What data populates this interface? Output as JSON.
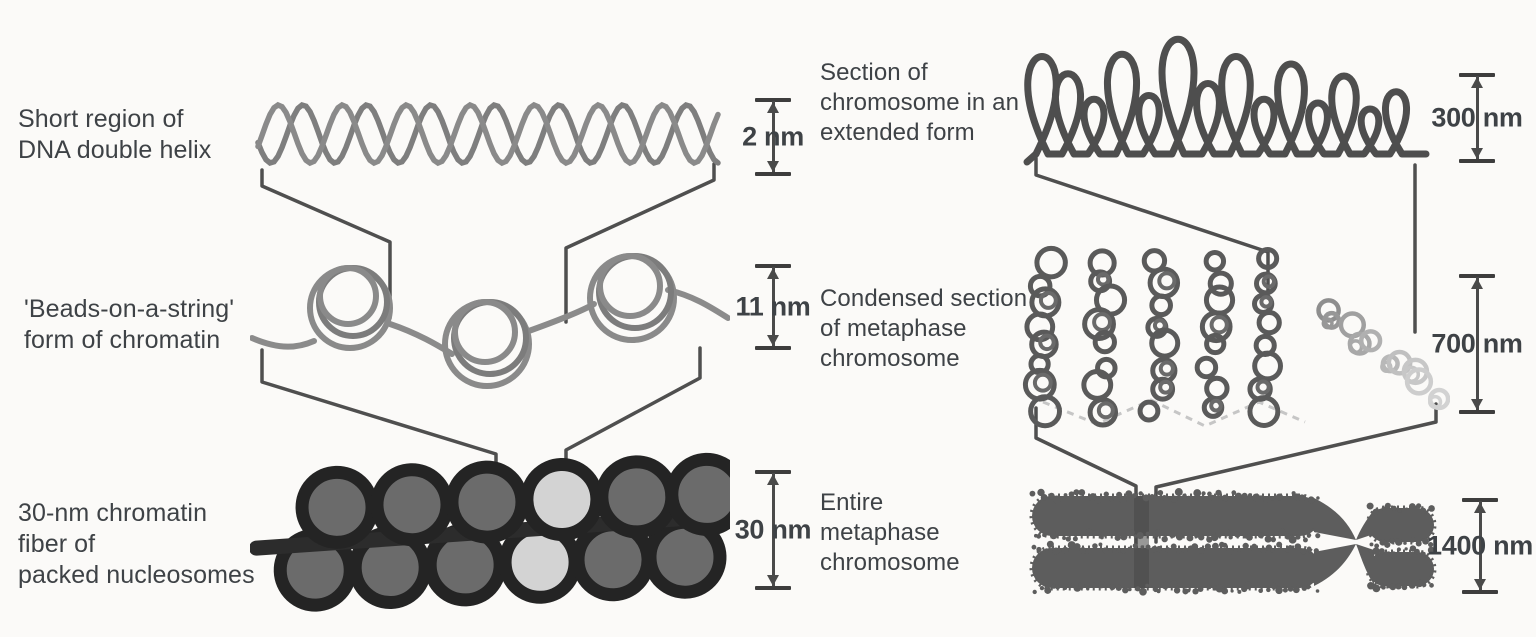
{
  "levels_left": [
    {
      "label": "Short region of\nDNA double helix",
      "scale": "2 nm"
    },
    {
      "label": "'Beads-on-a-string'\nform of chromatin",
      "scale": "11 nm"
    },
    {
      "label": "30-nm chromatin\nfiber of\npacked nucleosomes",
      "scale": "30 nm"
    }
  ],
  "levels_right": [
    {
      "label": "Section of\nchromosome in an\nextended form",
      "scale": "300 nm"
    },
    {
      "label": "Condensed section\nof metaphase\nchromosome",
      "scale": "700 nm"
    },
    {
      "label": "Entire\nmetaphase\nchromosome",
      "scale": "1400 nm"
    }
  ],
  "colors": {
    "text": "#3e4246",
    "line_art_gray": "#7e7e7e",
    "dark_ink": "#4e4e4e",
    "nucleosome_ring": "#242424",
    "chromosome_gray": "#5d5d5d",
    "background": "#fbfaf8"
  },
  "illustrations": [
    "dna-double-helix",
    "beads-on-a-string",
    "30nm-chromatin-fiber",
    "extended-chromosome-section",
    "condensed-metaphase-section",
    "entire-metaphase-chromosome"
  ]
}
